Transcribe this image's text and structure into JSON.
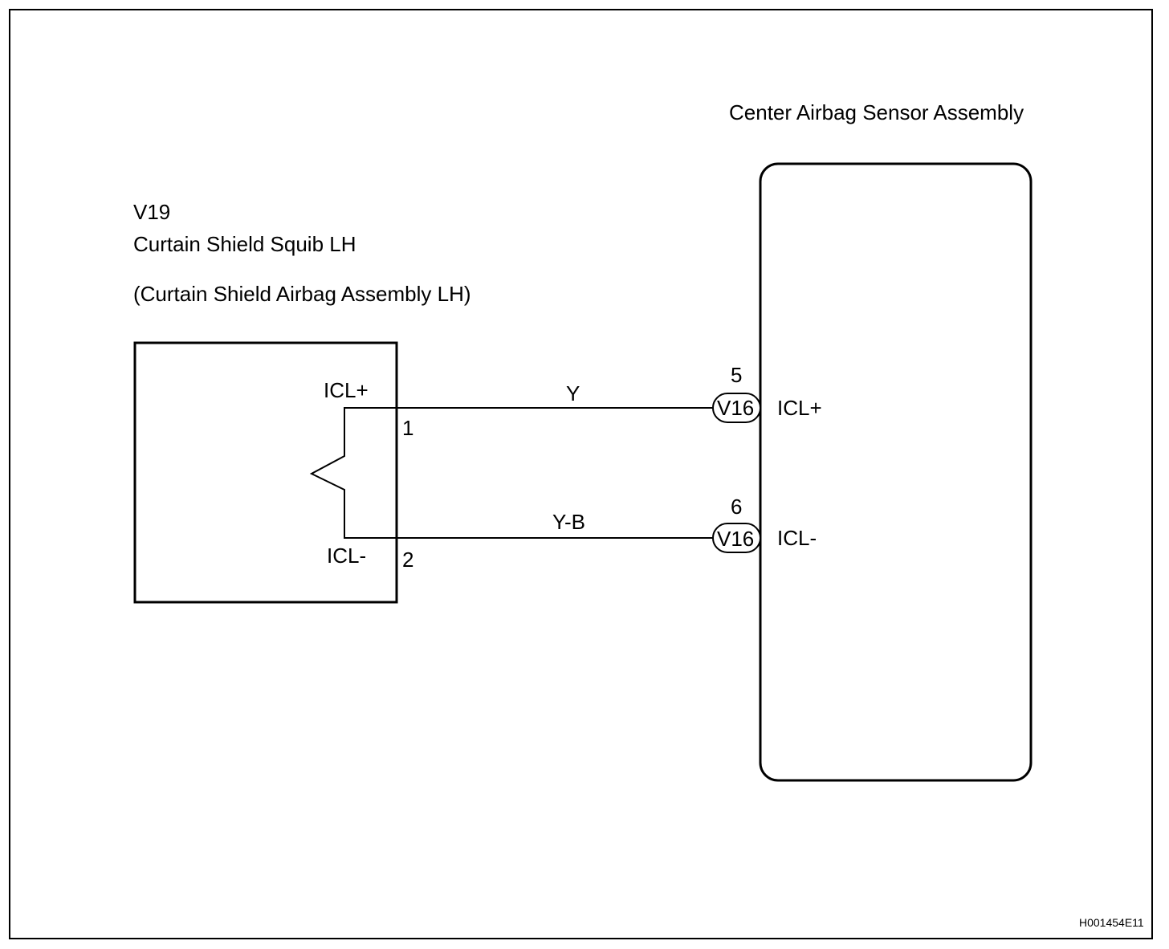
{
  "squib": {
    "code": "V19",
    "name": "Curtain Shield Squib LH",
    "assembly": "(Curtain Shield Airbag Assembly LH)",
    "pin_plus_label": "ICL+",
    "pin_minus_label": "ICL-",
    "pin_plus_num": "1",
    "pin_minus_num": "2"
  },
  "sensor": {
    "title": "Center Airbag Sensor Assembly",
    "pin_plus_label": "ICL+",
    "pin_minus_label": "ICL-",
    "pin_plus_num": "5",
    "pin_minus_num": "6",
    "connector_plus": "V16",
    "connector_minus": "V16"
  },
  "wires": {
    "plus_color": "Y",
    "minus_color": "Y-B"
  },
  "figure_id": "H001454E11"
}
